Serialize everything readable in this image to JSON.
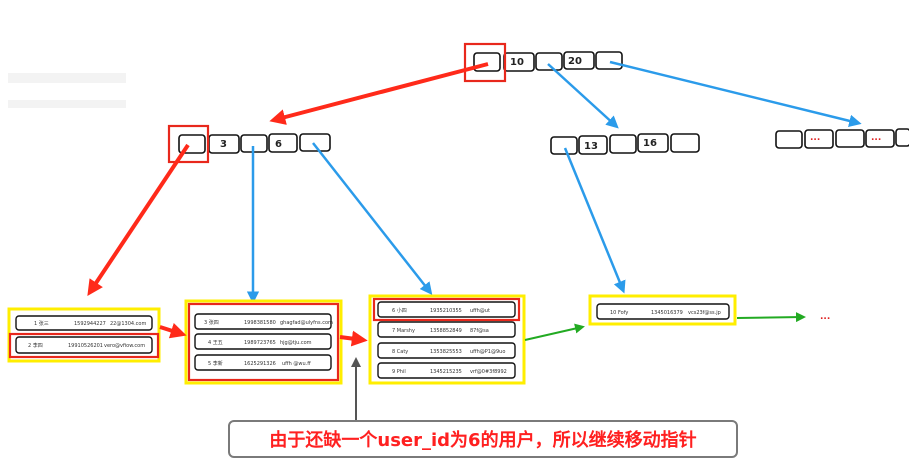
{
  "root_node": {
    "keys": [
      "",
      "10",
      "20",
      ""
    ]
  },
  "internal_nodes": [
    {
      "keys": [
        "",
        "3",
        "6",
        ""
      ]
    },
    {
      "keys": [
        "",
        "13",
        "16",
        ""
      ]
    },
    {
      "keys": [
        "",
        "...",
        "",
        "...",
        ""
      ]
    }
  ],
  "leaf_pages": [
    {
      "rows": [
        [
          "1 张三",
          "1592944227",
          "22@1304.com"
        ],
        [
          "2 李四",
          "19910526201",
          "vero@vfiow.com"
        ]
      ]
    },
    {
      "rows": [
        [
          "3 张四",
          "1998381580",
          "ghagfad@ulyfns.com"
        ],
        [
          "4 王五",
          "1989723765",
          "hjg@tju.com"
        ],
        [
          "5 李新",
          "1625291326",
          "uffh @wu.ff"
        ]
      ]
    },
    {
      "rows": [
        [
          "6 小四",
          "1935210355",
          "uffh@ut"
        ],
        [
          "7 Marshy",
          "1358852849",
          "87f@sa"
        ],
        [
          "8 Caty",
          "1353825553",
          "uffh@P1@9uo"
        ],
        [
          "9 Phil",
          "1345215235",
          "vrf@0#3f8992"
        ]
      ]
    },
    {
      "rows": [
        [
          "10 Fofy",
          "1345016379",
          "vcs23f@ss.jp"
        ]
      ]
    }
  ],
  "more_marker": "...",
  "caption": "由于还缺一个user_id为6的用户，所以继续移动指针",
  "colors": {
    "red": "#ff2a1a",
    "blue": "#2b9bea",
    "green": "#22aa22",
    "yellow": "#ffee00"
  }
}
